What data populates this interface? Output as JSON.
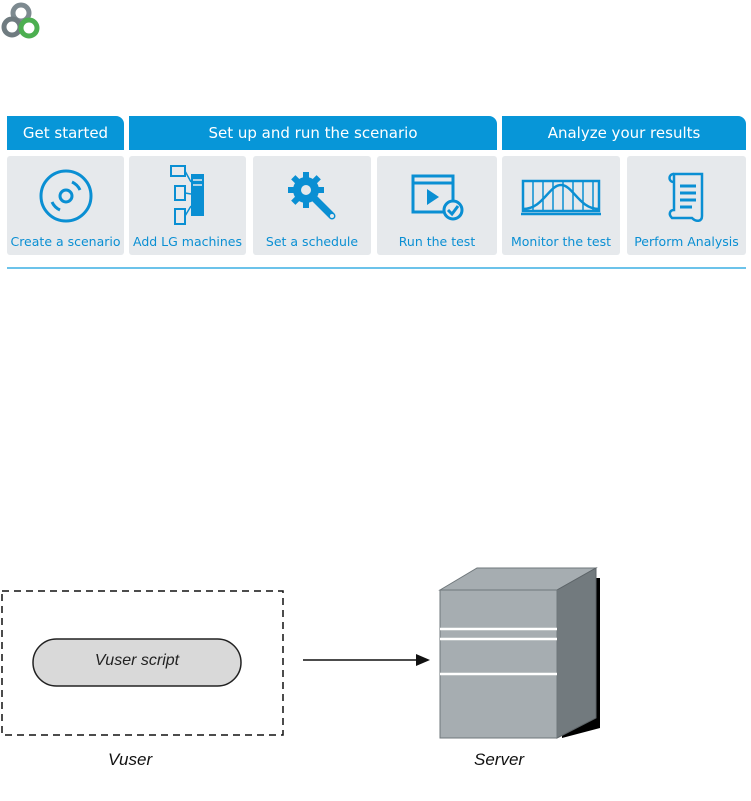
{
  "workflow": {
    "sections": [
      {
        "title": "Get started"
      },
      {
        "title": "Set up and run the scenario"
      },
      {
        "title": "Analyze your results"
      }
    ],
    "steps": [
      {
        "label": "Create a scenario",
        "icon": "disc-icon"
      },
      {
        "label": "Add LG machines",
        "icon": "machines-icon"
      },
      {
        "label": "Set a schedule",
        "icon": "gear-wrench-icon"
      },
      {
        "label": "Run the test",
        "icon": "play-window-icon"
      },
      {
        "label": "Monitor the test",
        "icon": "graph-icon"
      },
      {
        "label": "Perform Analysis",
        "icon": "document-icon"
      }
    ],
    "accent_color": "#0796d8"
  },
  "diagram": {
    "script_label": "Vuser script",
    "vuser_caption": "Vuser",
    "server_caption": "Server"
  }
}
